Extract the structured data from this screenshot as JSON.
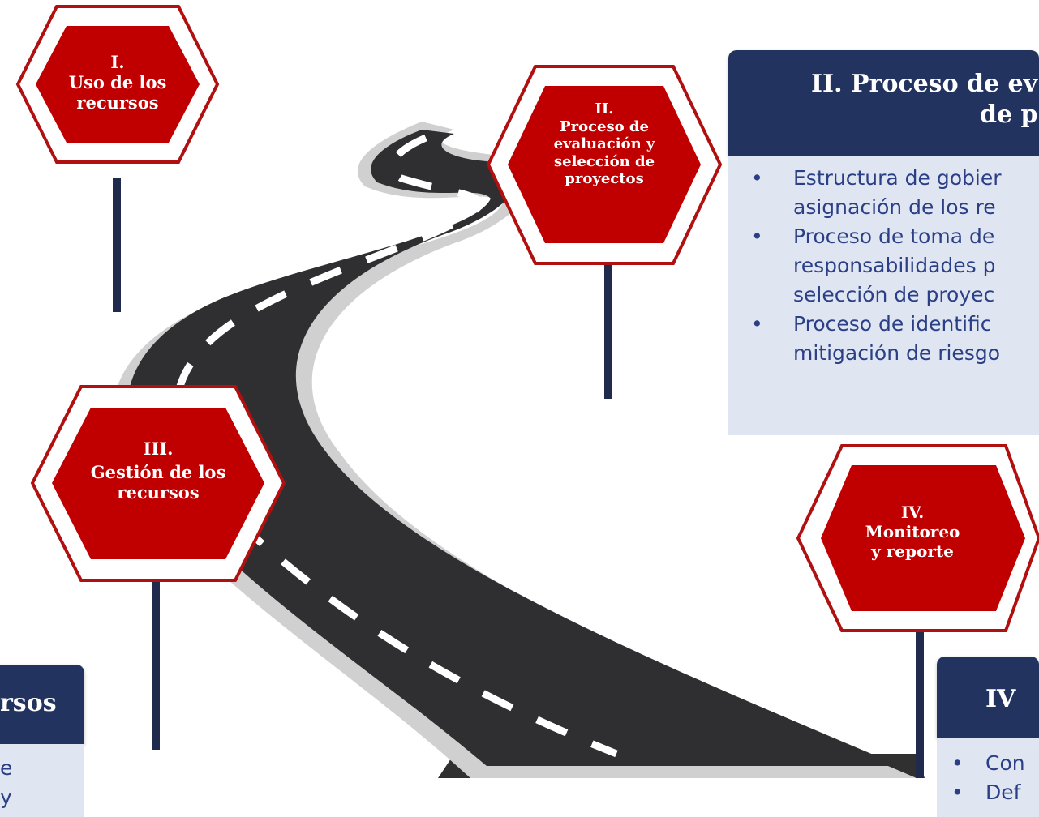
{
  "signs": {
    "s1": {
      "numeral": "I.",
      "title": "Uso de los recursos"
    },
    "s2": {
      "numeral": "II.",
      "title": "Proceso de evaluación y selección de proyectos"
    },
    "s3": {
      "numeral": "III.",
      "title": "Gestión de los recursos"
    },
    "s4": {
      "numeral": "IV.",
      "title": "Monitoreo y reporte"
    }
  },
  "panels": {
    "p2": {
      "heading_line1": "II. Proceso de ev",
      "heading_line2": "de p",
      "items": [
        {
          "line1": "Estructura de gobier",
          "line2": "asignación de los re"
        },
        {
          "line1": "Proceso de toma de",
          "line2": "responsabilidades p",
          "line3": "selección de proyec"
        },
        {
          "line1": "Proceso de identific",
          "line2": "mitigación de riesgo"
        }
      ]
    },
    "p3": {
      "heading": "rsos",
      "lines": [
        "e",
        "y"
      ]
    },
    "p4": {
      "heading": "IV",
      "items": [
        "Con",
        "Def"
      ]
    }
  },
  "colors": {
    "sign_red": "#c00000",
    "sign_border": "#b01010",
    "navy": "#233360",
    "panel_bg": "#dfe5f1",
    "panel_text": "#2b3f86",
    "road": "#2f2f31"
  }
}
